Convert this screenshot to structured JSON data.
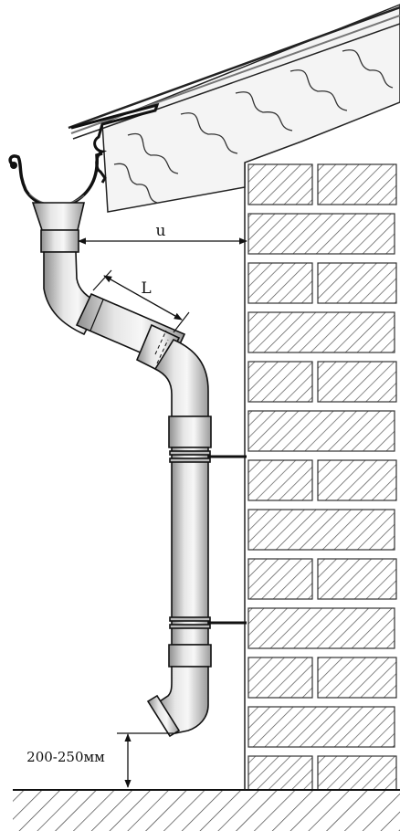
{
  "diagram": {
    "labels": {
      "offset": "u",
      "length": "L",
      "ground_clearance": "200-250мм"
    }
  }
}
